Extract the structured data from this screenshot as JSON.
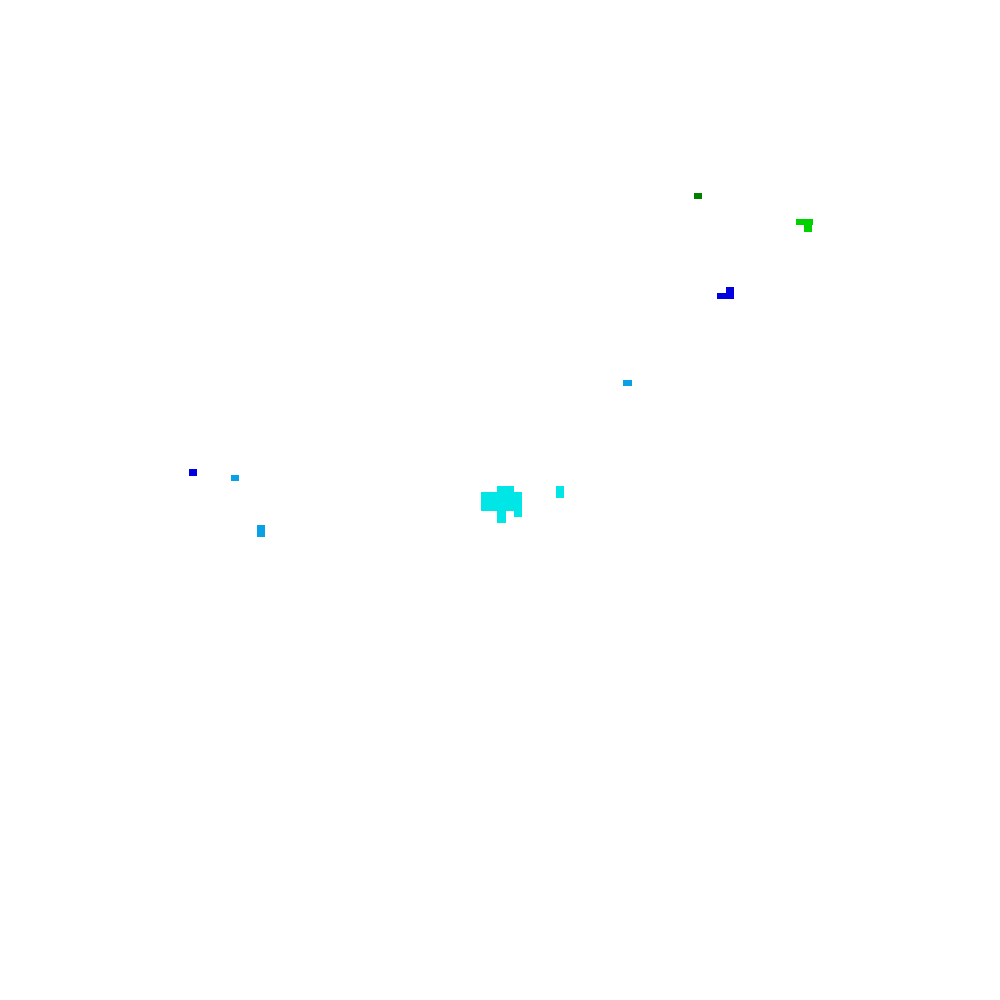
{
  "background": "#ffffff",
  "colors": {
    "dark_green": "#008000",
    "green": "#00d200",
    "blue": "#0000e0",
    "sky_blue": "#0aa0e6",
    "cyan": "#00e6e6"
  },
  "blobs": [
    {
      "name": "dark-green-blob",
      "color_key": "dark_green"
    },
    {
      "name": "green-blob",
      "color_key": "green"
    },
    {
      "name": "blue-blob-upper",
      "color_key": "blue"
    },
    {
      "name": "sky-blue-blob-center",
      "color_key": "sky_blue"
    },
    {
      "name": "blue-blob-left",
      "color_key": "blue"
    },
    {
      "name": "sky-blue-blob-left",
      "color_key": "sky_blue"
    },
    {
      "name": "sky-blue-blob-lower-left",
      "color_key": "sky_blue"
    },
    {
      "name": "cyan-cluster",
      "color_key": "cyan"
    },
    {
      "name": "cyan-blob-right",
      "color_key": "cyan"
    }
  ]
}
